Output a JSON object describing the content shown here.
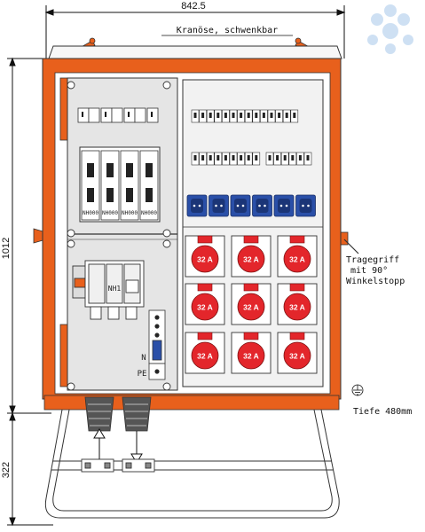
{
  "dimensions": {
    "width": "842.5",
    "height": "1012",
    "frame_height": "322",
    "depth": "Tiefe 480mm"
  },
  "annotations": {
    "crane_eye": "Kranöse, schwenkbar",
    "handle_line1": "Tragegriff",
    "handle_line2": "mit 90°",
    "handle_line3": "Winkelstopp"
  },
  "fuses": {
    "nh_labels": [
      "NH000",
      "NH000",
      "NH000",
      "NH000"
    ],
    "main_switch_label": "NH1"
  },
  "terminals": {
    "n_label": "N",
    "pe_label": "PE"
  },
  "sockets": {
    "cee_label": "32 A",
    "count_cee": 9,
    "count_schuko": 6
  },
  "colors": {
    "frame": "#e8601c",
    "panel": "#e5e5e5",
    "cee_red": "#e3262b",
    "schuko_blue": "#2a4fa8",
    "watermark": "#c9ddf2"
  }
}
